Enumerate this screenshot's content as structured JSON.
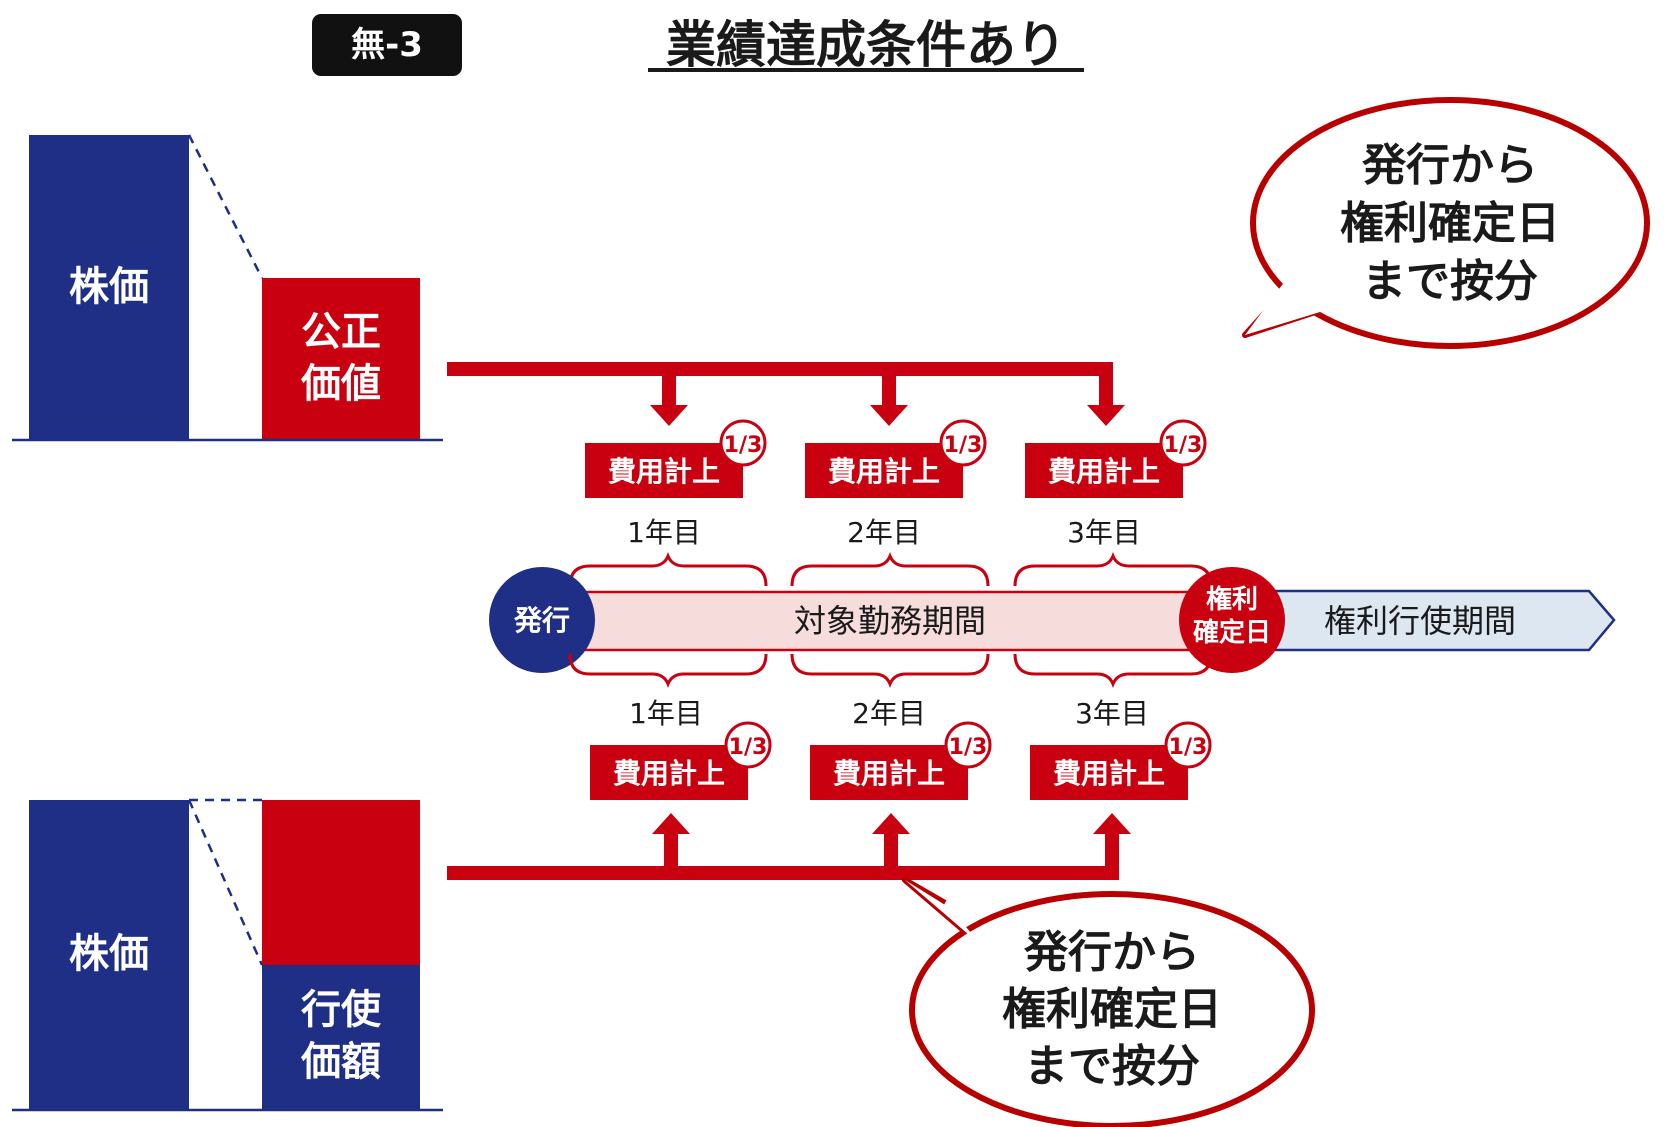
{
  "header": {
    "badge": "無-3",
    "title": "業績達成条件あり"
  },
  "top_block": {
    "stock_price": "株価",
    "fair_value_line1": "公正",
    "fair_value_line2": "価値"
  },
  "bottom_block": {
    "stock_price": "株価",
    "exercise_price_line1": "行使",
    "exercise_price_line2": "価額"
  },
  "expense": {
    "label": "費用計上",
    "fraction": "1/3"
  },
  "years": [
    "1年目",
    "2年目",
    "3年目"
  ],
  "timeline": {
    "issue": "発行",
    "service_period": "対象勤務期間",
    "vesting_line1": "権利",
    "vesting_line2": "確定日",
    "exercise_period": "権利行使期間"
  },
  "callout_top": {
    "line1": "発行から",
    "line2": "権利確定日",
    "line3": "まで按分"
  },
  "callout_bottom": {
    "line1": "発行から",
    "line2": "権利確定日",
    "line3": "まで按分"
  },
  "colors": {
    "navy": "#1f2f85",
    "red": "#c8000f",
    "pink_band": "#f7dcdc",
    "blue_band": "#dce7f1",
    "callout_border": "#b80000"
  }
}
